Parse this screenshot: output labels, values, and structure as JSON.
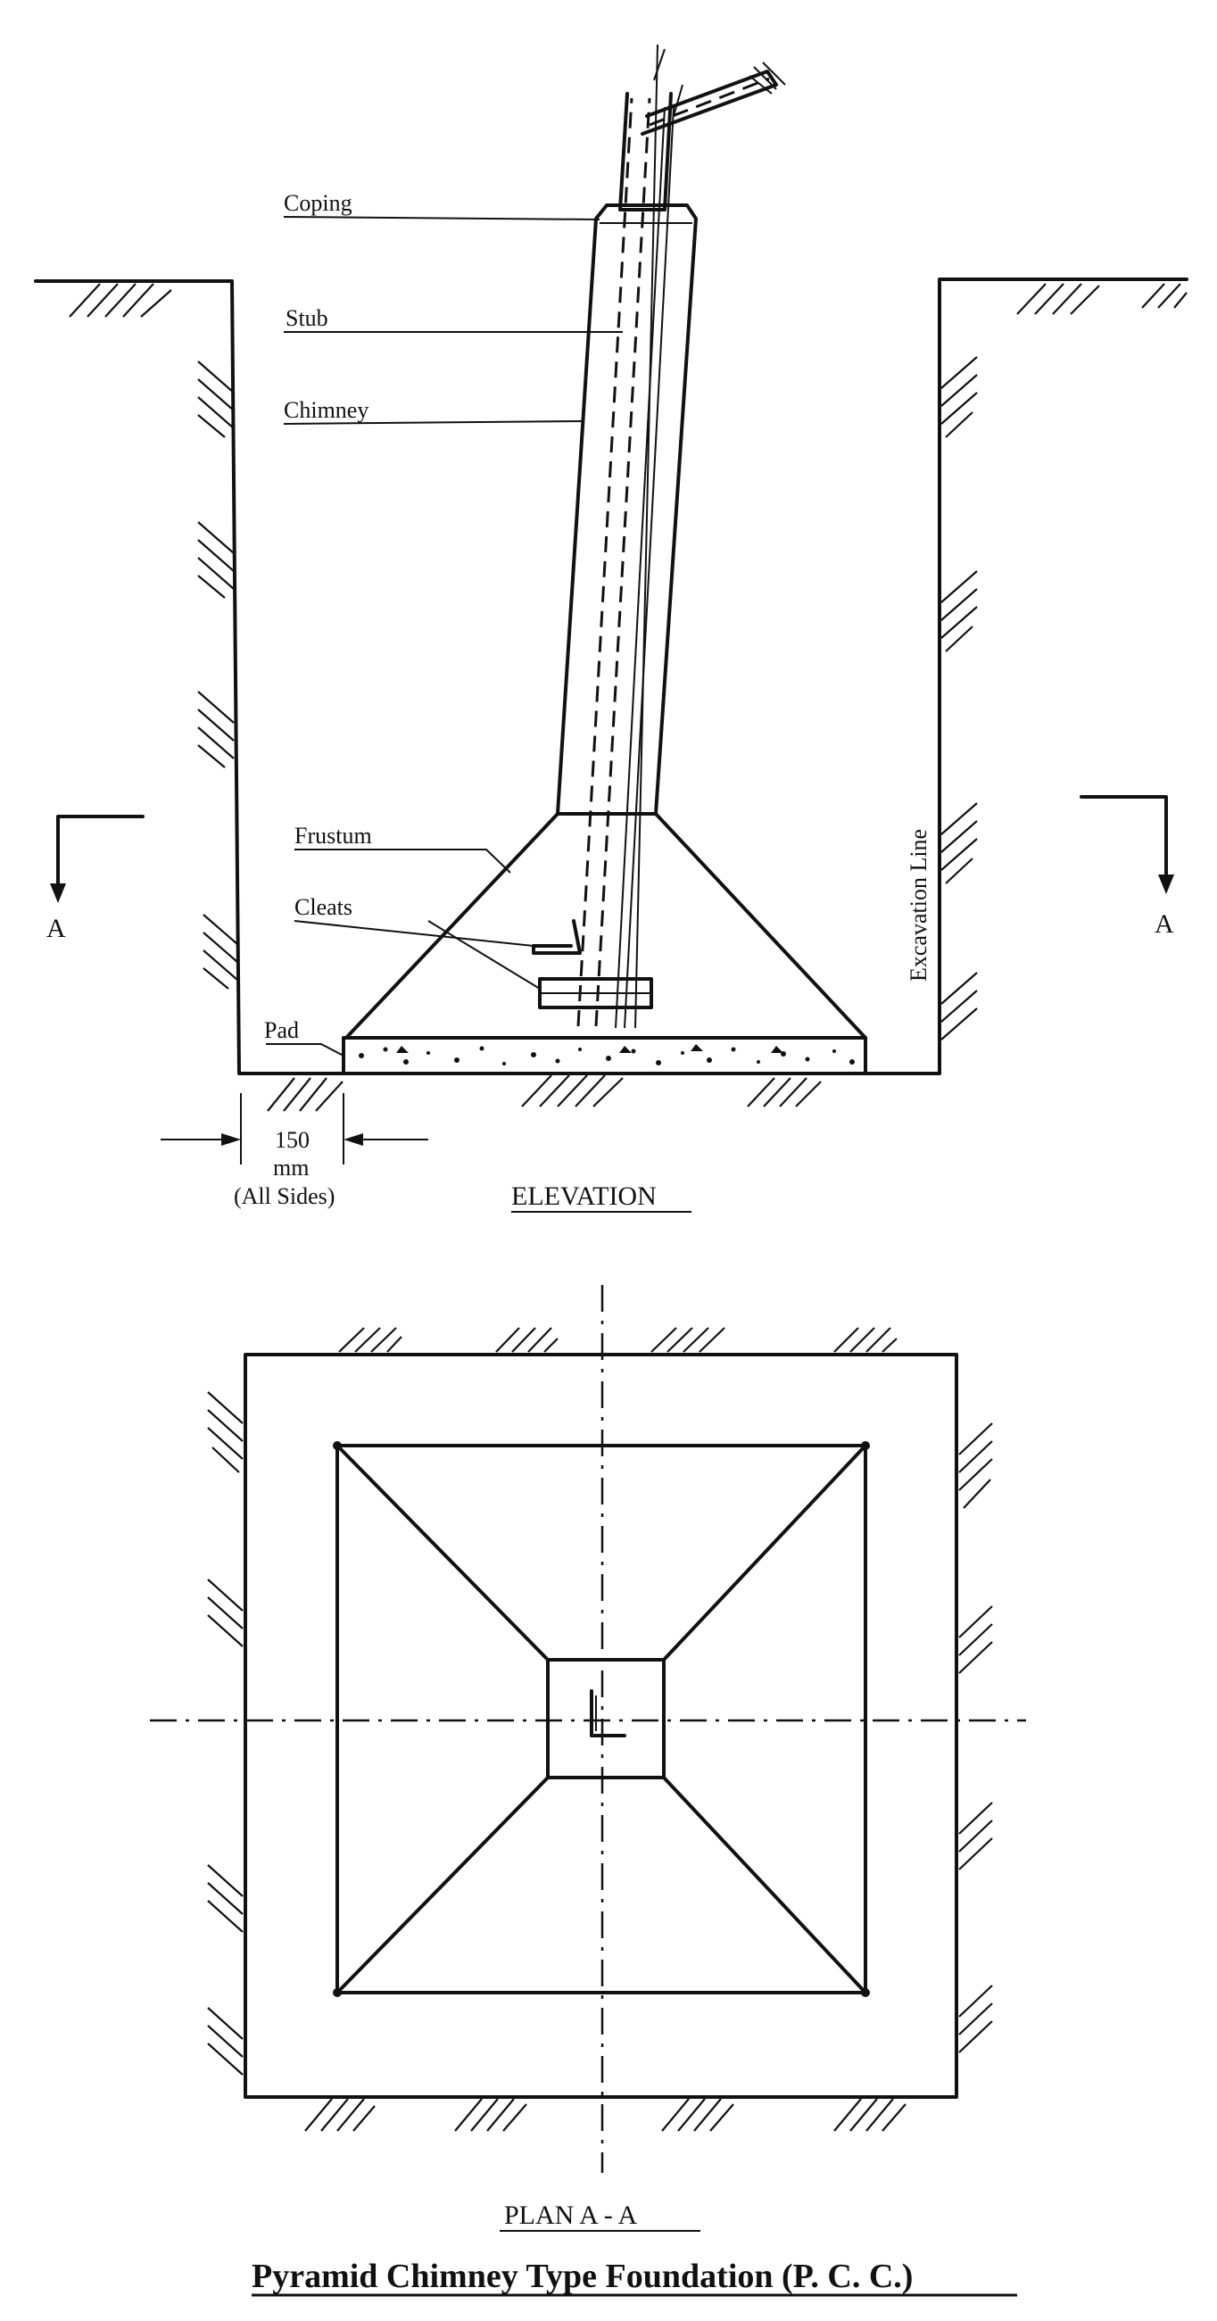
{
  "elevation": {
    "labels": {
      "coping": "Coping",
      "stub": "Stub",
      "chimney": "Chimney",
      "frustum": "Frustum",
      "cleats": "Cleats",
      "pad": "Pad",
      "excavation_line": "Excavation Line",
      "section_left": "A",
      "section_right": "A"
    },
    "dimension": {
      "value": "150",
      "unit": "mm",
      "note": "(All Sides)"
    },
    "caption": "ELEVATION"
  },
  "plan": {
    "caption": "PLAN A - A"
  },
  "title": "Pyramid Chimney Type Foundation (P. C. C.)"
}
